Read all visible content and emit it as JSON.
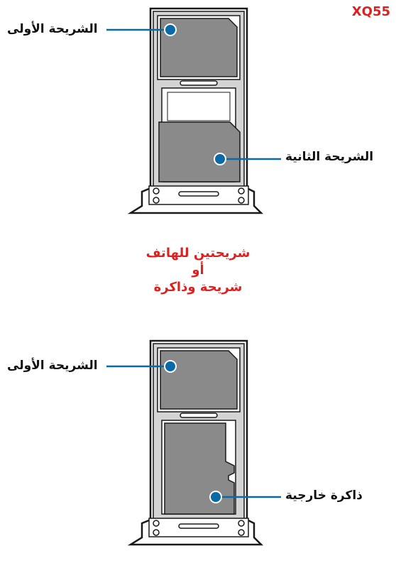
{
  "model": "XQ55",
  "top_diagram": {
    "label_sim1": "الشريحة الأولى",
    "label_sim2": "الشريحة الثانية"
  },
  "middle_text": {
    "line1": "شريحتين للهاتف",
    "line2": "أو",
    "line3": "شريحة وذاكرة"
  },
  "bottom_diagram": {
    "label_sim1": "الشريحة الأولى",
    "label_memory": "ذاكرة خارجية"
  },
  "colors": {
    "accent_red": "#e02020",
    "leader_blue": "#0a6aa8",
    "card_gray": "#8a8a8a",
    "tray_gray": "#cfcfcf"
  }
}
